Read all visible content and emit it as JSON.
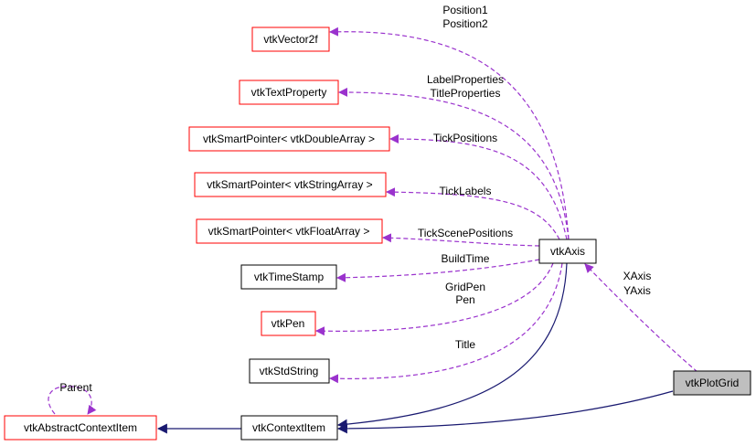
{
  "colors": {
    "background": "#ffffff",
    "undocumented_border": "#ff0000",
    "documented_border": "#000000",
    "selected_fill": "#bfbfbf",
    "usage_edge": "#9a32cd",
    "inheritance_edge": "#191970"
  },
  "nodes": {
    "vector2f": "vtkVector2f",
    "text_property": "vtkTextProperty",
    "double_array": "vtkSmartPointer< vtkDoubleArray >",
    "string_array": "vtkSmartPointer< vtkStringArray >",
    "float_array": "vtkSmartPointer< vtkFloatArray >",
    "time_stamp": "vtkTimeStamp",
    "pen": "vtkPen",
    "std_string": "vtkStdString",
    "abstract_context_item": "vtkAbstractContextItem",
    "context_item": "vtkContextItem",
    "axis": "vtkAxis",
    "plot_grid": "vtkPlotGrid"
  },
  "edge_labels": {
    "position": [
      "Position1",
      "Position2"
    ],
    "properties": [
      "LabelProperties",
      "TitleProperties"
    ],
    "tick_positions": [
      "TickPositions"
    ],
    "tick_labels": [
      "TickLabels"
    ],
    "tick_scene_positions": [
      "TickScenePositions"
    ],
    "build_time": [
      "BuildTime"
    ],
    "pens": [
      "GridPen",
      "Pen"
    ],
    "title": [
      "Title"
    ],
    "parent": [
      "Parent"
    ],
    "axes": [
      "XAxis",
      "YAxis"
    ]
  }
}
